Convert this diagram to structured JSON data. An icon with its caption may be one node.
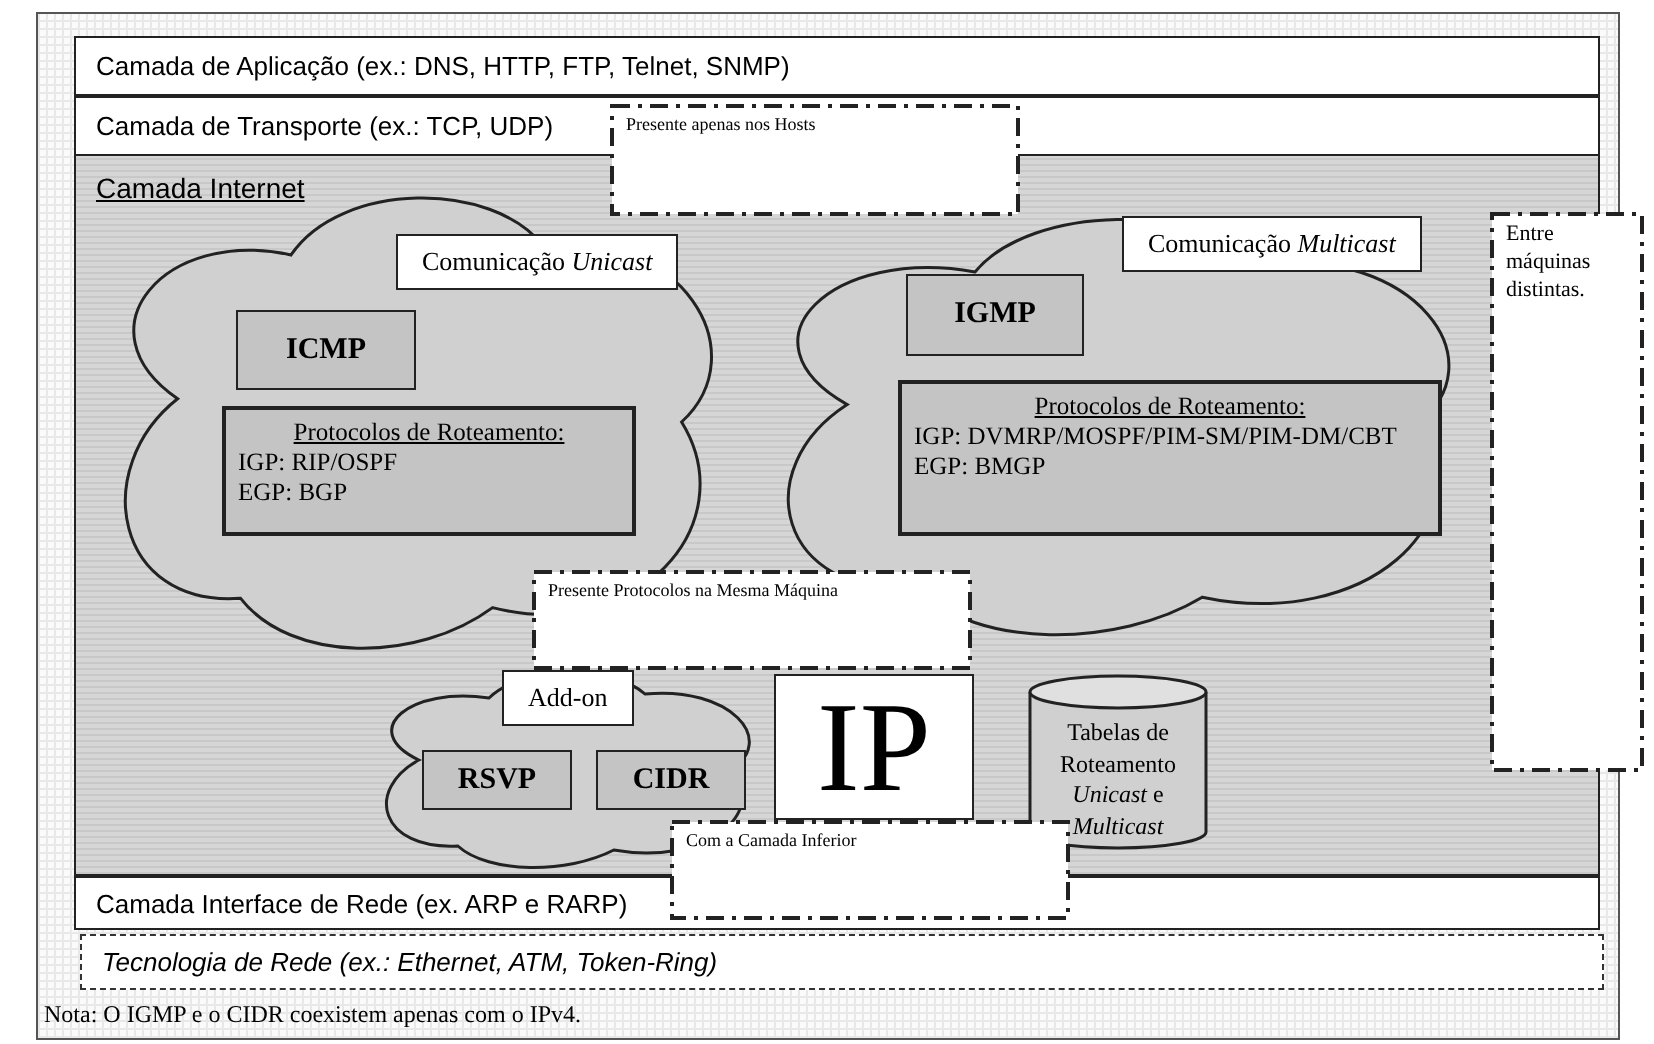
{
  "diagram": {
    "nodes": [
      {
        "text": [
          "Camada de Aplicação (ex.: DNS, HTTP, FTP, Telnet, SNMP)"
        ]
      },
      {
        "text": [
          "Camada de Transporte (ex.: TCP, UDP)"
        ]
      },
      {
        "text": [
          "Presente apenas nos Hosts"
        ]
      },
      {
        "text": [
          "Camada Internet"
        ]
      },
      {
        "text": [
          "Comunicação *Unicast*"
        ],
        "in": 3
      },
      {
        "text": [
          "ICMP"
        ],
        "in": 4
      },
      {
        "text": [
          "Protocolos de Roteamento:",
          "IGP: RIP/OSPF",
          "EGP: BGP"
        ],
        "in": 4
      },
      {
        "text": [
          "Comunicação *Multicast*"
        ],
        "in": 3
      },
      {
        "text": [
          "IGMP"
        ],
        "in": 7
      },
      {
        "text": [
          "Protocolos de Roteamento:",
          "IGP: DVMRP/MOSPF/PIM-SM/PIM-DM/CBT",
          "EGP: BMGP"
        ],
        "in": 7
      },
      {
        "text": [
          "Entre máquinas distintas."
        ]
      },
      {
        "text": [
          "Presente Protocolos na Mesma Máquina"
        ],
        "in": 3
      },
      {
        "text": [
          "Add-on"
        ],
        "in": 3
      },
      {
        "text": [
          "RSVP"
        ],
        "in": 12
      },
      {
        "text": [
          "CIDR"
        ],
        "in": 12
      },
      {
        "text": [
          "IP"
        ],
        "in": 3
      },
      {
        "text": [
          "Tabelas de Roteamento *Unicast* e *Multicast*"
        ],
        "in": 3
      },
      {
        "text": [
          "Com a Camada Inferior"
        ]
      },
      {
        "text": [
          "Camada Interface de Rede (ex. ARP e RARP)"
        ]
      },
      {
        "text": [
          "Tecnologia de Rede (ex.: Ethernet, ATM, Token-Ring)"
        ]
      }
    ],
    "edges": [],
    "labels": [
      "Nota: O IGMP e o CIDR coexistem apenas com o IPv4."
    ]
  }
}
